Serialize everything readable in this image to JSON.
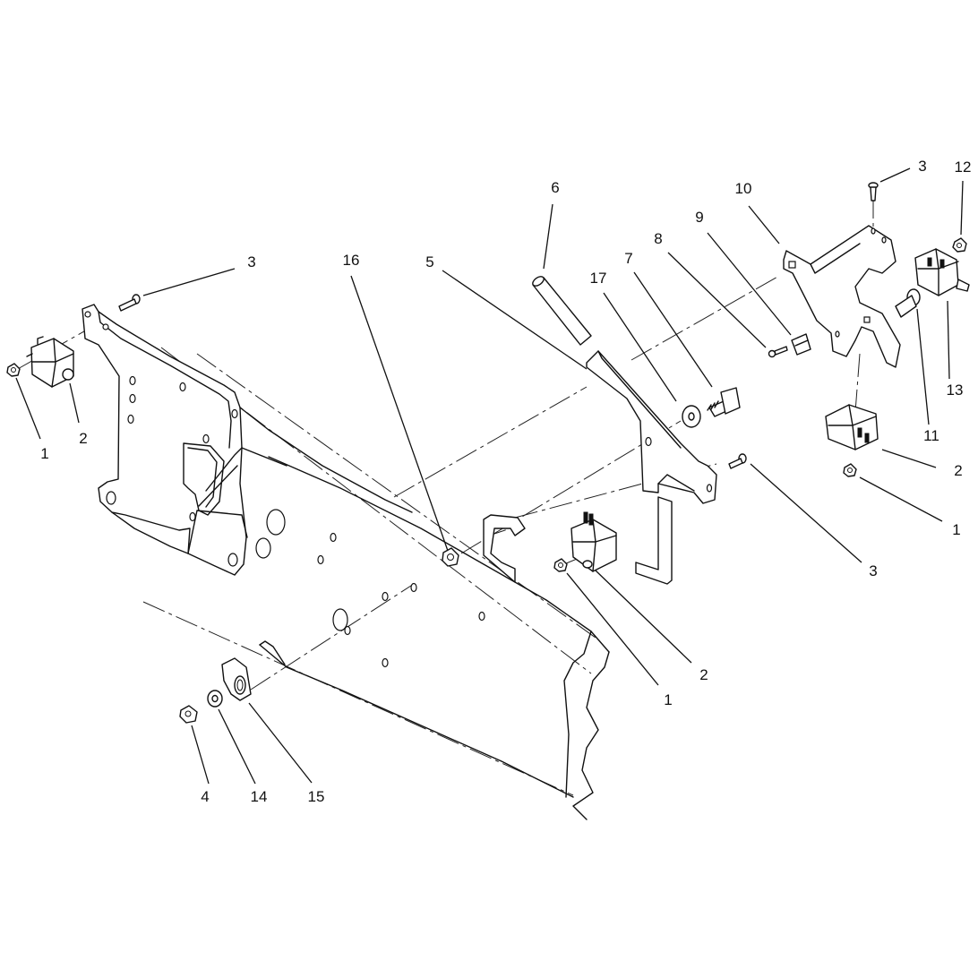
{
  "callouts": [
    {
      "id": "c1a",
      "label": "1"
    },
    {
      "id": "c2a",
      "label": "2"
    },
    {
      "id": "c3a",
      "label": "3"
    },
    {
      "id": "c16",
      "label": "16"
    },
    {
      "id": "c5",
      "label": "5"
    },
    {
      "id": "c6",
      "label": "6"
    },
    {
      "id": "c17",
      "label": "17"
    },
    {
      "id": "c7",
      "label": "7"
    },
    {
      "id": "c8",
      "label": "8"
    },
    {
      "id": "c9",
      "label": "9"
    },
    {
      "id": "c10",
      "label": "10"
    },
    {
      "id": "c3b",
      "label": "3"
    },
    {
      "id": "c12",
      "label": "12"
    },
    {
      "id": "c13",
      "label": "13"
    },
    {
      "id": "c11",
      "label": "11"
    },
    {
      "id": "c2b",
      "label": "2"
    },
    {
      "id": "c1b",
      "label": "1"
    },
    {
      "id": "c3c",
      "label": "3"
    },
    {
      "id": "c2c",
      "label": "2"
    },
    {
      "id": "c1c",
      "label": "1"
    },
    {
      "id": "c4",
      "label": "4"
    },
    {
      "id": "c14",
      "label": "14"
    },
    {
      "id": "c15",
      "label": "15"
    }
  ]
}
